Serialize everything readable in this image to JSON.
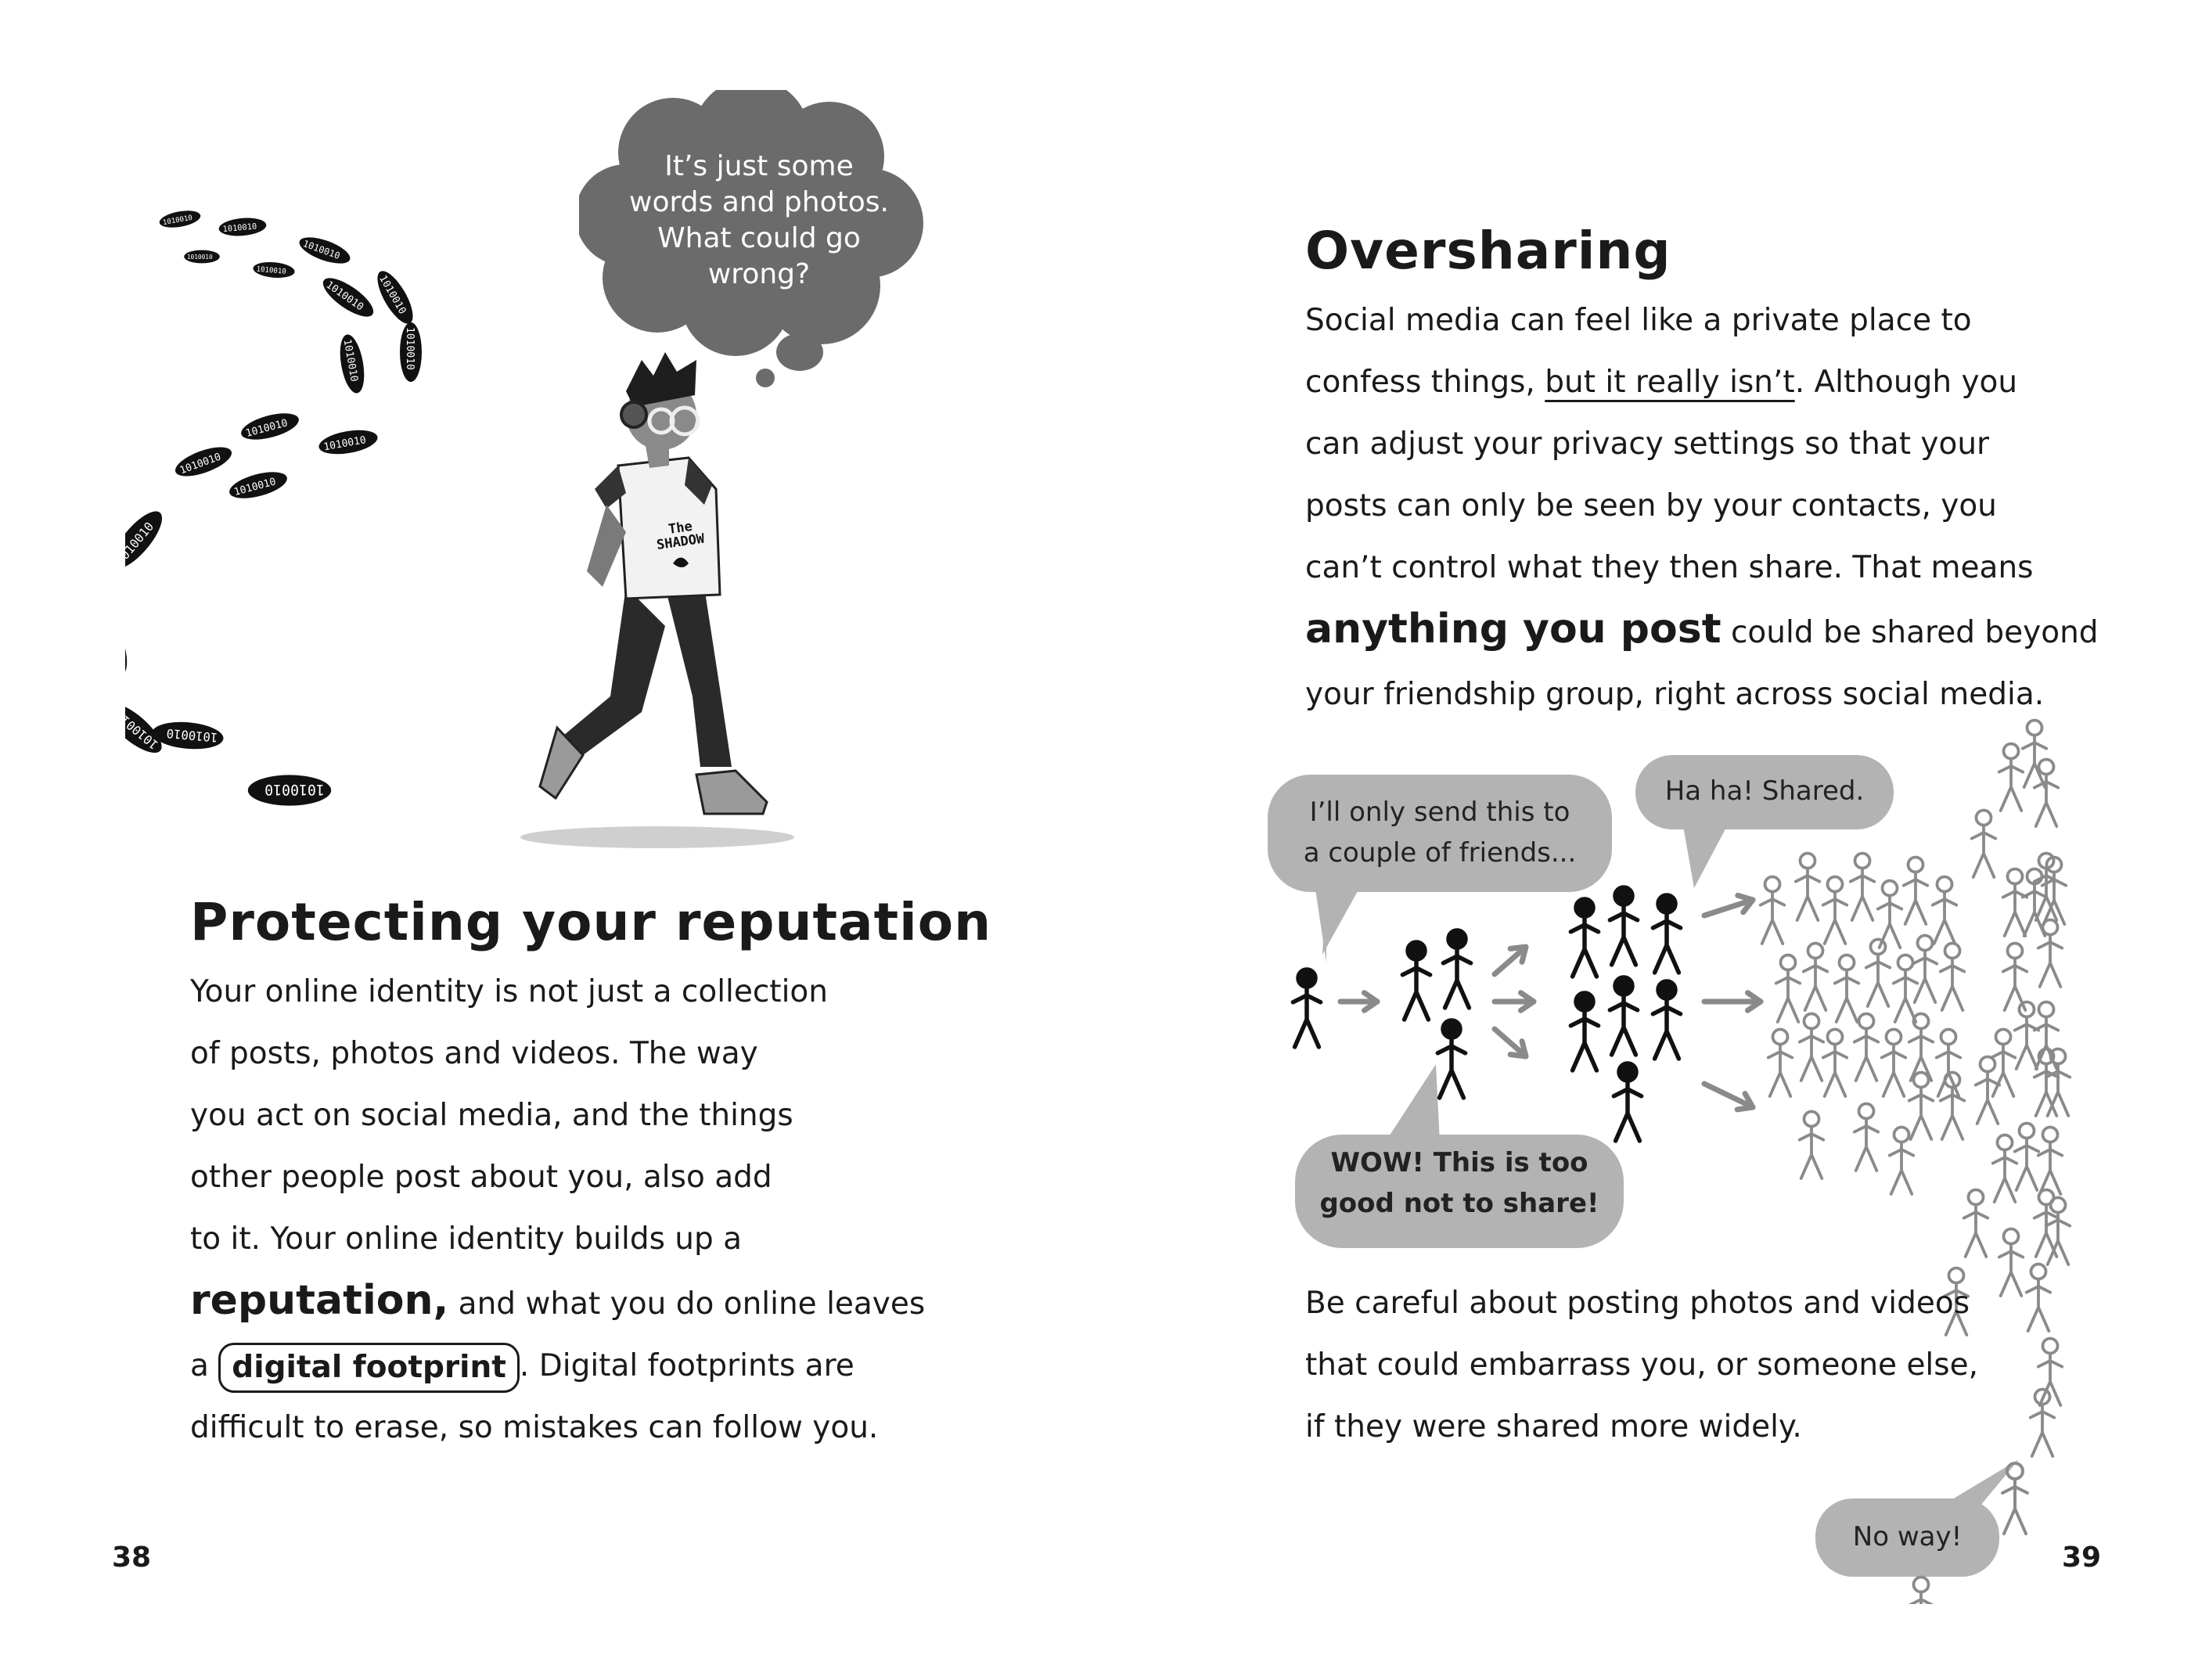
{
  "left_page": {
    "thought_bubble": [
      "It’s just some",
      "words and photos.",
      "What could go",
      "wrong?"
    ],
    "shirt_text": [
      "The",
      "SHADOW"
    ],
    "footprint_binary": "1010010",
    "heading": "Protecting your reputation",
    "body": {
      "l1": "Your online identity is not just a collection",
      "l2": "of posts, photos and videos. The way",
      "l3": "you act on social media, and the things",
      "l4": "other people post about you, also add",
      "l5": "to it. Your online identity builds up a",
      "l6_bold": "reputation,",
      "l6_rest": " and what you do online leaves",
      "l7_a": "a ",
      "l7_box": "digital footprint",
      "l7_rest": ". Digital footprints are",
      "l8": "difficult to erase, so mistakes can follow you."
    },
    "page_number": "38"
  },
  "right_page": {
    "heading": "Oversharing",
    "body": {
      "l1": "Social media can feel like a private place to",
      "l2_a": "confess things, ",
      "l2_u": "but it really isn’t",
      "l2_rest": ". Although you",
      "l3": "can adjust your privacy settings so that your",
      "l4": "posts can only be seen by your contacts, you",
      "l5": "can’t control what they then share. That means",
      "l6_bold": "anything you post",
      "l6_rest": " could be shared beyond",
      "l7": "your friendship group, right across social media."
    },
    "bubbles": {
      "b1": [
        "I’ll only send this to",
        "a couple of friends..."
      ],
      "b2": "Ha ha! Shared.",
      "b3": [
        "WOW! This is too",
        "good not to share!"
      ],
      "b4": "No way!"
    },
    "body2": {
      "l1": "Be careful about posting photos and videos",
      "l2": "that could embarrass you, or someone else,",
      "l3": "if they were shared more widely."
    },
    "page_number": "39"
  }
}
